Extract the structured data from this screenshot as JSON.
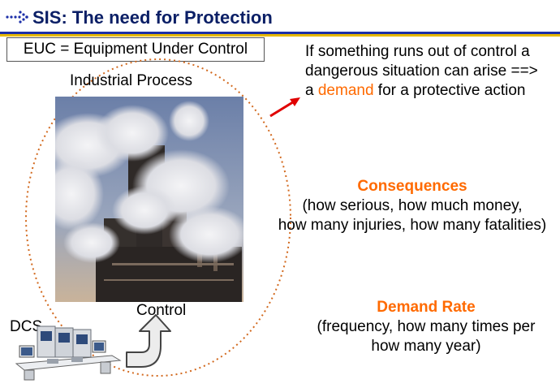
{
  "slide": {
    "title": "SIS: The need for Protection",
    "euc_box": "EUC = Equipment Under Control",
    "process_label": "Industrial Process",
    "control_label": "Control",
    "dcs_label": "DCS",
    "demand_text": {
      "line1": "If something runs out of control a",
      "line2": "dangerous situation can arise ==>",
      "line3_pre": "a ",
      "line3_highlight": "demand",
      "line3_post": " for a protective action"
    },
    "consequences": {
      "heading": "Consequences",
      "line1": "(how serious, how much money,",
      "line2": "how many injuries, how many fatalities)"
    },
    "demand_rate": {
      "heading": "Demand Rate",
      "line1": "(frequency, how many times per",
      "line2": "how many year)"
    }
  },
  "colors": {
    "title": "#0b1f66",
    "accent": "#ff6a00",
    "rule_blue": "#1c2fa8",
    "rule_gold": "#e6b800",
    "ellipse": "#d2691e",
    "arrow": "#e00000"
  },
  "icons": {
    "title_bullet": "dotted-arrow-icon",
    "control_arrow": "curved-up-arrow-icon"
  }
}
